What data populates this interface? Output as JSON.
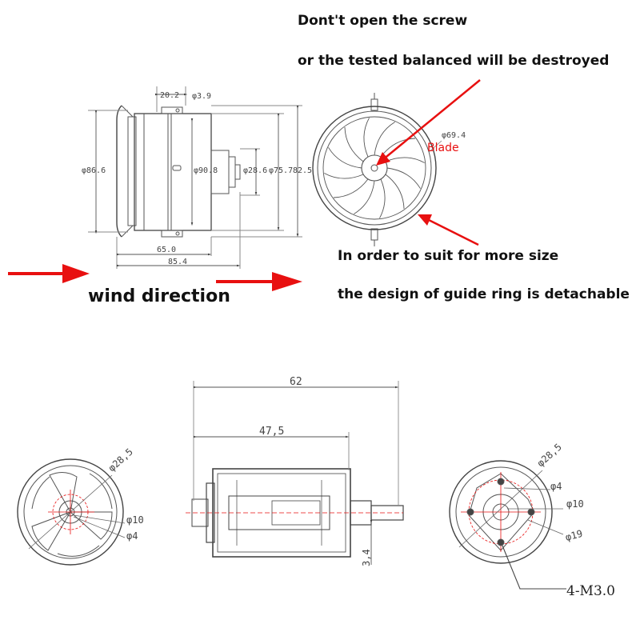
{
  "notes": {
    "screw_line1": "Dont't open the screw",
    "screw_line2": "or the tested balanced will be destroyed",
    "wind": "wind direction",
    "ring_line1": "In order to suit for more size",
    "ring_line2": "the design of guide ring is detachable",
    "blade": "Blade"
  },
  "fan_dims": {
    "d202": "20.2",
    "d39": "φ3.9",
    "d866": "φ86.6",
    "d908": "φ90.8",
    "d286": "φ28.6",
    "d757": "φ75.7",
    "d825": "82.5",
    "d650": "65.0",
    "d854": "85.4",
    "d694": "φ69.4"
  },
  "motor_dims": {
    "d62": "62",
    "d475": "47,5",
    "d34": "3,4",
    "d285a": "φ28,5",
    "d10a": "φ10",
    "d4a": "φ4",
    "d285b": "φ28,5",
    "d4b": "φ4",
    "d10b": "φ10",
    "d19": "φ19",
    "m3": "4-M3.0"
  },
  "colors": {
    "arrow": "#e81010",
    "line": "#333333",
    "dim": "#555555",
    "text": "#111111"
  }
}
